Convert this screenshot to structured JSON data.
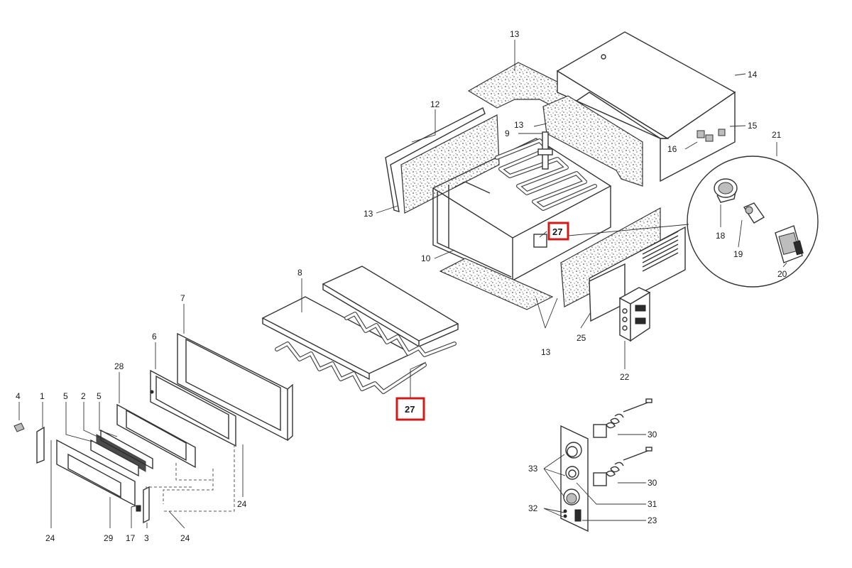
{
  "highlight_color": "#d11a1a",
  "callouts": {
    "p1": "1",
    "p2": "2",
    "p3": "3",
    "p4": "4",
    "p5a": "5",
    "p5b": "5",
    "p6": "6",
    "p7": "7",
    "p8": "8",
    "p9": "9",
    "p10": "10",
    "p12": "12",
    "p13_top": "13",
    "p13_inner": "13",
    "p13_left": "13",
    "p13_bottom": "13",
    "p14": "14",
    "p15": "15",
    "p16": "16",
    "p17": "17",
    "p18": "18",
    "p19": "19",
    "p20": "20",
    "p21": "21",
    "p22": "22",
    "p23": "23",
    "p24_left": "24",
    "p24_mid": "24",
    "p24_right": "24",
    "p25": "25",
    "p28": "28",
    "p29": "29",
    "p30a": "30",
    "p30b": "30",
    "p31": "31",
    "p32": "32",
    "p33": "33"
  },
  "highlighted": {
    "p27_upper": "27",
    "p27_lower": "27"
  }
}
